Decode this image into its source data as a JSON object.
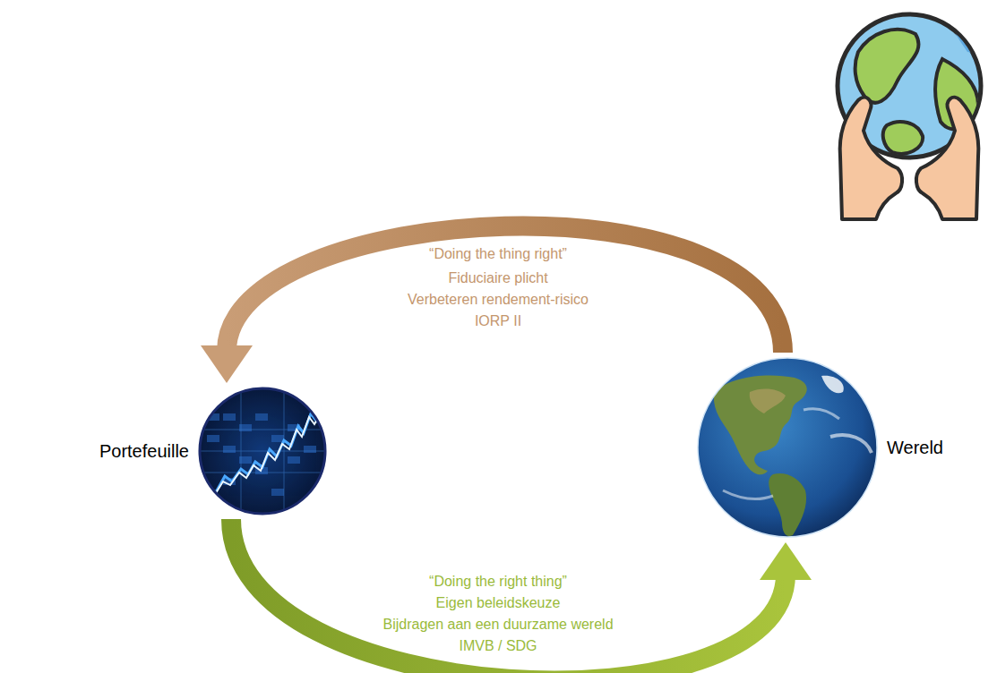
{
  "diagram": {
    "nodes": [
      {
        "text": [
          "Portefeuille"
        ]
      },
      {
        "text": [
          "Wereld"
        ]
      }
    ],
    "edges": [
      {
        "from": 1,
        "to": 0,
        "arrow": "to",
        "label": "“Doing the thing right”"
      },
      {
        "from": 0,
        "to": 1,
        "arrow": "to",
        "label": "“Doing the right thing”"
      }
    ],
    "labels": [
      "Fiduciaire plicht",
      "Verbeteren rendement-risico",
      "IORP II",
      "Eigen beleidskeuze",
      "Bijdragen aan een duurzame wereld",
      "IMVB / SDG"
    ]
  }
}
